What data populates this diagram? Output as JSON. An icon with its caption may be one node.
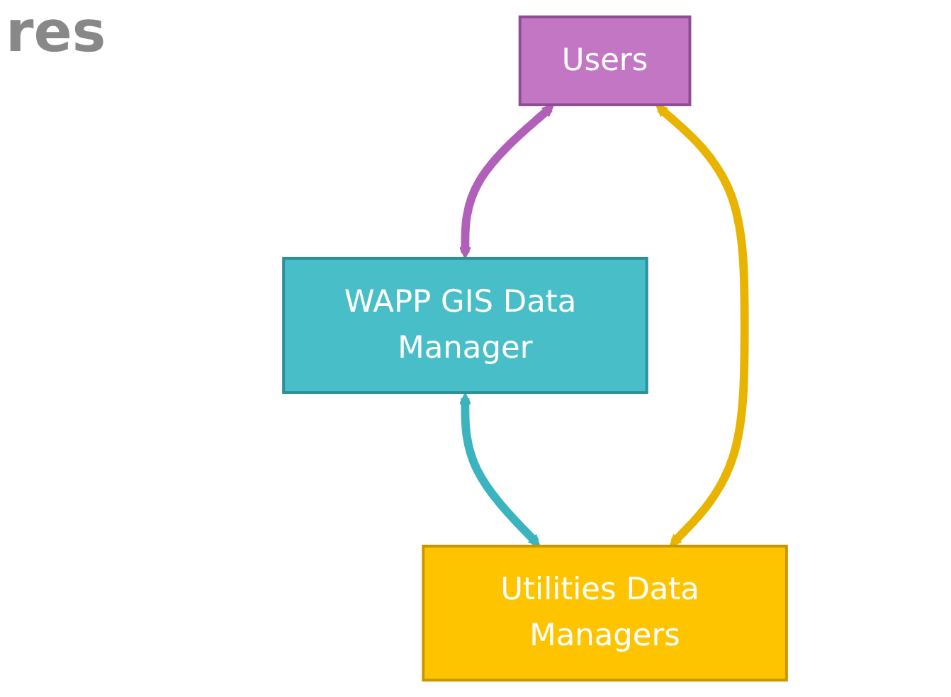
{
  "diagram": {
    "title": "res",
    "nodes": [
      {
        "text": [
          "WAPP GIS Data Manager"
        ]
      },
      {
        "text": [
          "Users"
        ]
      },
      {
        "text": [
          "Utilities Data Managers"
        ]
      }
    ],
    "edges": [
      {
        "from": 1,
        "to": 0,
        "arrow": "both",
        "color": "#b060b8"
      },
      {
        "from": 0,
        "to": 2,
        "arrow": "both",
        "color": "#3cb4c0"
      },
      {
        "from": 1,
        "to": 2,
        "arrow": "both",
        "color": "#e8b400"
      }
    ]
  }
}
